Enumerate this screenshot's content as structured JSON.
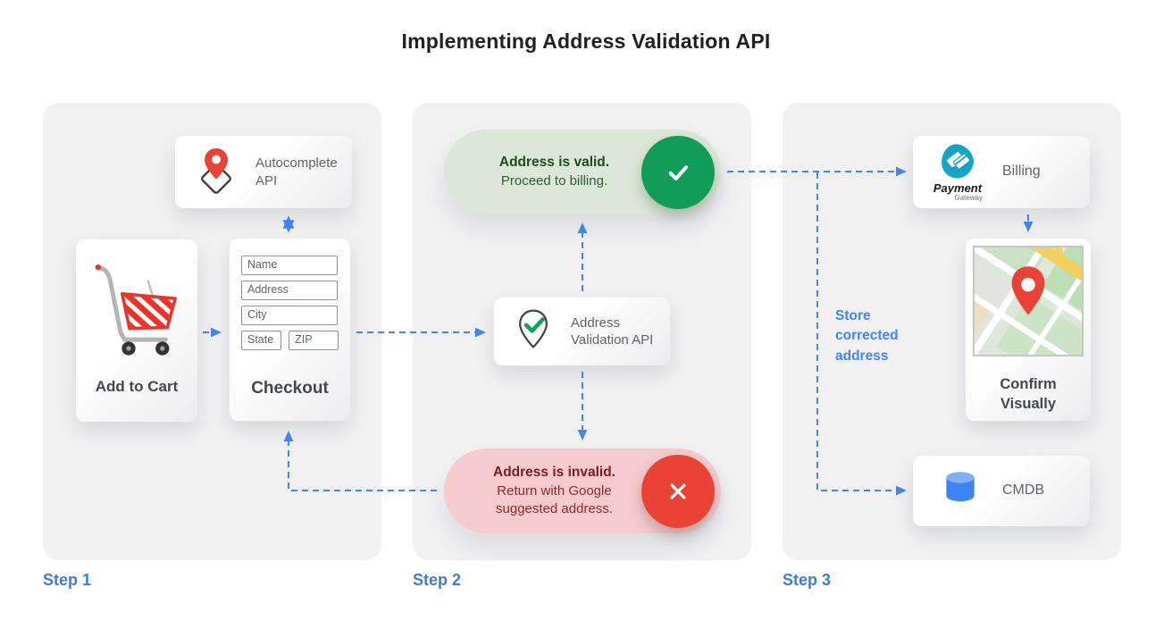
{
  "title": "Implementing Address Validation API",
  "steps": {
    "step1": {
      "label": "Step 1",
      "autocomplete_api": "Autocomplete API",
      "add_to_cart": "Add to Cart",
      "checkout": "Checkout",
      "fields": [
        "Name",
        "Address",
        "City",
        "State",
        "ZIP"
      ]
    },
    "step2": {
      "label": "Step 2",
      "valid_title": "Address is valid.",
      "valid_subtitle": "Proceed to billing.",
      "validation_api": "Address Validation API",
      "invalid_title": "Address is invalid.",
      "invalid_subtitle": "Return with Google suggested address."
    },
    "step3": {
      "label": "Step 3",
      "billing": "Billing",
      "payment_brand": "Payment",
      "payment_brand_sub": "Gateway",
      "store_note": "Store corrected address",
      "confirm": "Confirm Visually",
      "cmdb": "CMDB"
    }
  },
  "icons": {
    "autocomplete": "map-pin-diamond-icon",
    "validation": "map-pin-check-icon",
    "cart": "shopping-cart-icon",
    "valid": "check-circle-icon",
    "invalid": "x-circle-icon",
    "billing": "payment-gateway-logo",
    "confirm": "map-thumbnail",
    "cmdb": "database-icon"
  },
  "colors": {
    "accent_blue": "#4285f4",
    "valid_green": "#0f9d58",
    "invalid_red": "#ea4335",
    "valid_pill_bg": "#dce8d7",
    "invalid_pill_bg": "#f6cbce",
    "panel_bg": "#f1f1f2",
    "title_text": "#202124",
    "card_text": "#5f6368"
  }
}
